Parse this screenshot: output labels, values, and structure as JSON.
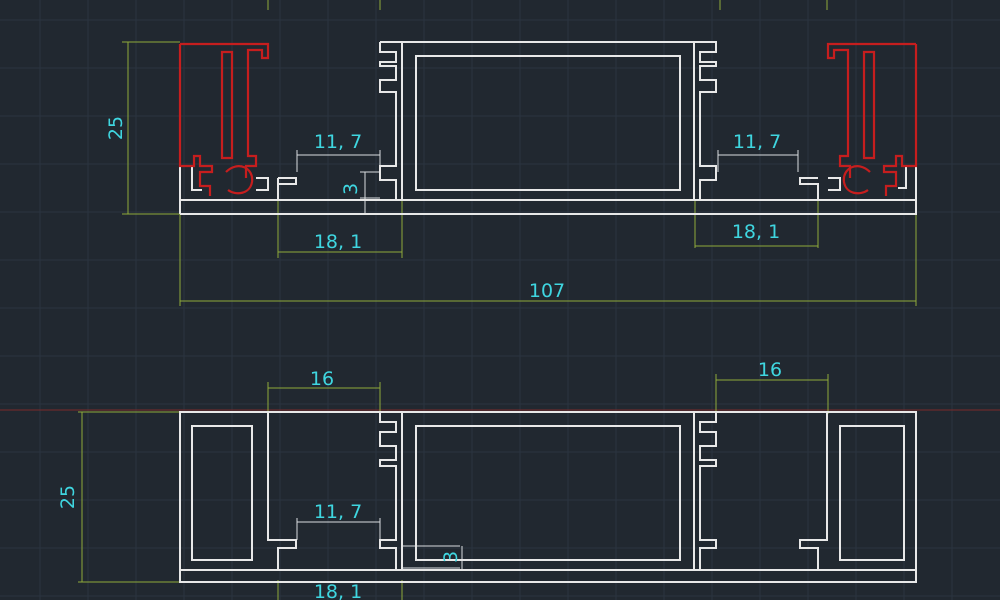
{
  "drawing": {
    "background": "#212830",
    "colors": {
      "profile": "#e8e8e8",
      "profile_highlight": "#c61e1e",
      "dimension_text": "#3fd6e0",
      "dimension_line": "#d9dde0",
      "extension_line": "#8faa3a",
      "grid": "#2b3440"
    },
    "top_view": {
      "height_label": "25",
      "left_slot_label": "11, 7",
      "right_slot_label": "11, 7",
      "small_step_label": "3",
      "left_bottom_label": "18, 1",
      "right_bottom_label": "18, 1",
      "overall_width_label": "107"
    },
    "bottom_view": {
      "left_top_label": "16",
      "right_top_label": "16",
      "height_label": "25",
      "left_slot_label": "11, 7",
      "small_step_label": "3",
      "left_bottom_label": "18, 1"
    }
  }
}
